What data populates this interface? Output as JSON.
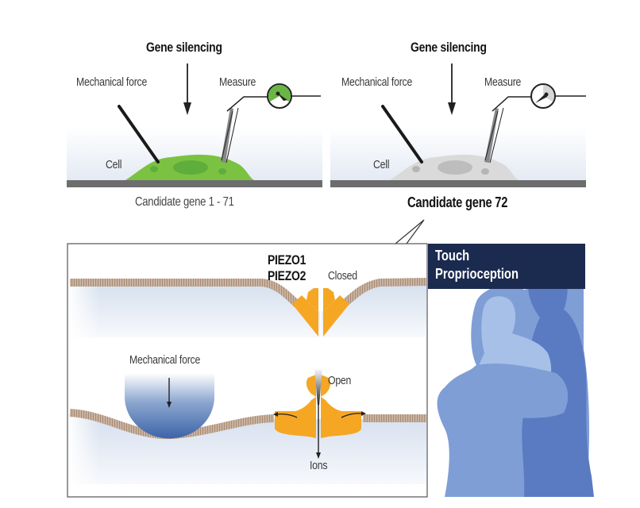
{
  "panels": {
    "left": {
      "title": "Gene silencing",
      "force_label": "Mechanical force",
      "measure_label": "Measure",
      "cell_label": "Cell",
      "caption": "Candidate gene 1 - 71",
      "cell_color": "#7cc242",
      "dial_color": "#6ab544"
    },
    "right": {
      "title": "Gene silencing",
      "force_label": "Mechanical force",
      "measure_label": "Measure",
      "cell_label": "Cell",
      "caption": "Candidate gene 72",
      "cell_color": "#d9d9d9",
      "dial_color": "#d6d6d6"
    }
  },
  "detail": {
    "channel_names": [
      "PIEZO1",
      "PIEZO2"
    ],
    "closed_label": "Closed",
    "open_label": "Open",
    "force_label": "Mechanical force",
    "ions_label": "Ions",
    "channel_color": "#f5a623",
    "membrane_color": "#b89a82",
    "probe_color": "#3d64a8"
  },
  "sidepanel": {
    "lines": [
      "Touch",
      "Proprioception"
    ],
    "header_color": "#1b2a4f",
    "figure_colors": [
      "#5a7bc2",
      "#7f9ed6",
      "#a7c0e8"
    ]
  }
}
